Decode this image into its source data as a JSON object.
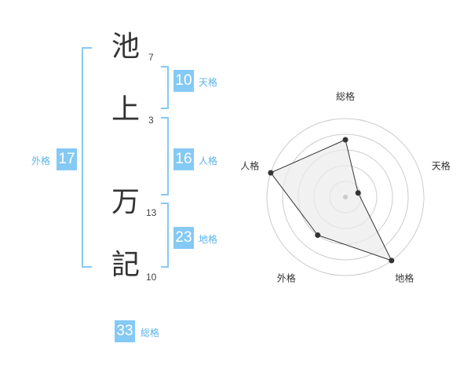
{
  "name": {
    "chars": [
      {
        "char": "池",
        "strokes": "7"
      },
      {
        "char": "上",
        "strokes": "3"
      },
      {
        "char": "万",
        "strokes": "13"
      },
      {
        "char": "記",
        "strokes": "10"
      }
    ]
  },
  "kakusu": {
    "tenkaku": {
      "value": "10",
      "label": "天格"
    },
    "jinkaku": {
      "value": "16",
      "label": "人格"
    },
    "chikaku": {
      "value": "23",
      "label": "地格"
    },
    "gaikaku": {
      "value": "17",
      "label": "外格"
    },
    "soukaku": {
      "value": "33",
      "label": "総格"
    }
  },
  "colors": {
    "accent": "#85c9f5",
    "bracket": "#85c9f5",
    "text": "#333333",
    "grid": "#cccccc"
  },
  "chart_data": {
    "type": "radar",
    "axes": [
      "総格",
      "天格",
      "地格",
      "外格",
      "人格"
    ],
    "values": [
      0.73,
      0.17,
      1.0,
      0.6,
      1.0
    ],
    "max": 1,
    "rings": 5
  }
}
